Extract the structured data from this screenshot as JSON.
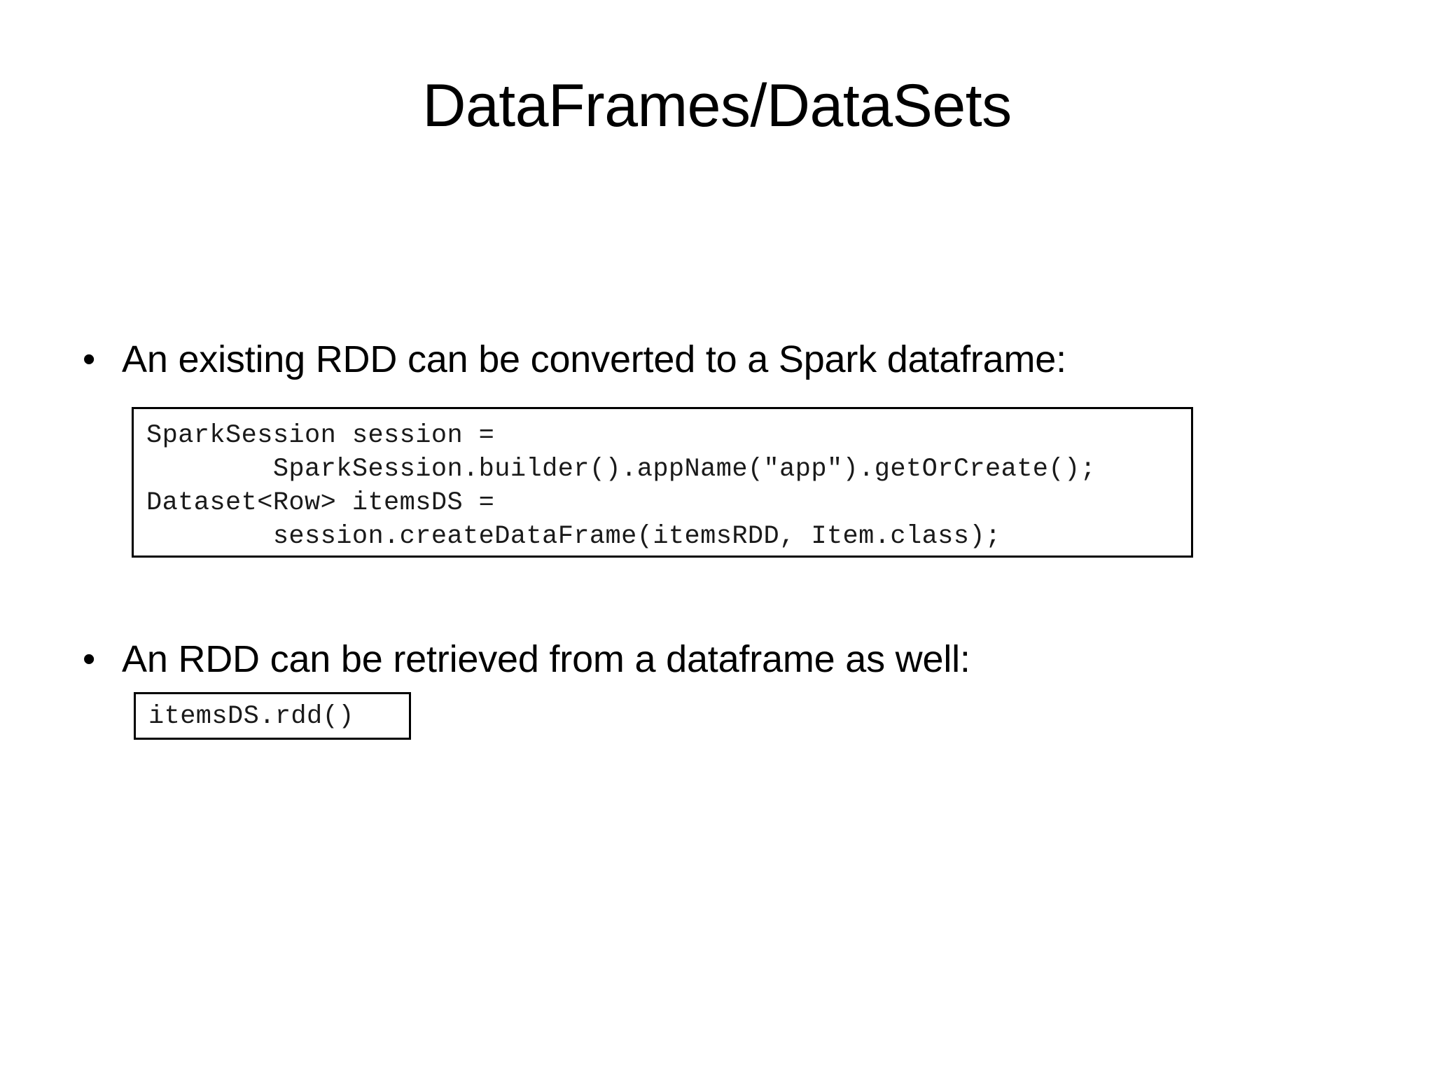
{
  "slide": {
    "title": "DataFrames/DataSets",
    "background_color": "#ffffff",
    "text_color": "#000000",
    "bullet_glyph": "•",
    "bullets": [
      {
        "text": "An existing RDD can be converted to a Spark dataframe:",
        "code_block": {
          "lines": [
            "SparkSession session =",
            "        SparkSession.builder().appName(\"app\").getOrCreate();",
            "Dataset<Row> itemsDS =",
            "        session.createDataFrame(itemsRDD, Item.class);"
          ]
        }
      },
      {
        "text": "An RDD can be retrieved from a dataframe as well:",
        "code_block": {
          "lines": [
            "itemsDS.rdd()"
          ]
        }
      }
    ]
  }
}
